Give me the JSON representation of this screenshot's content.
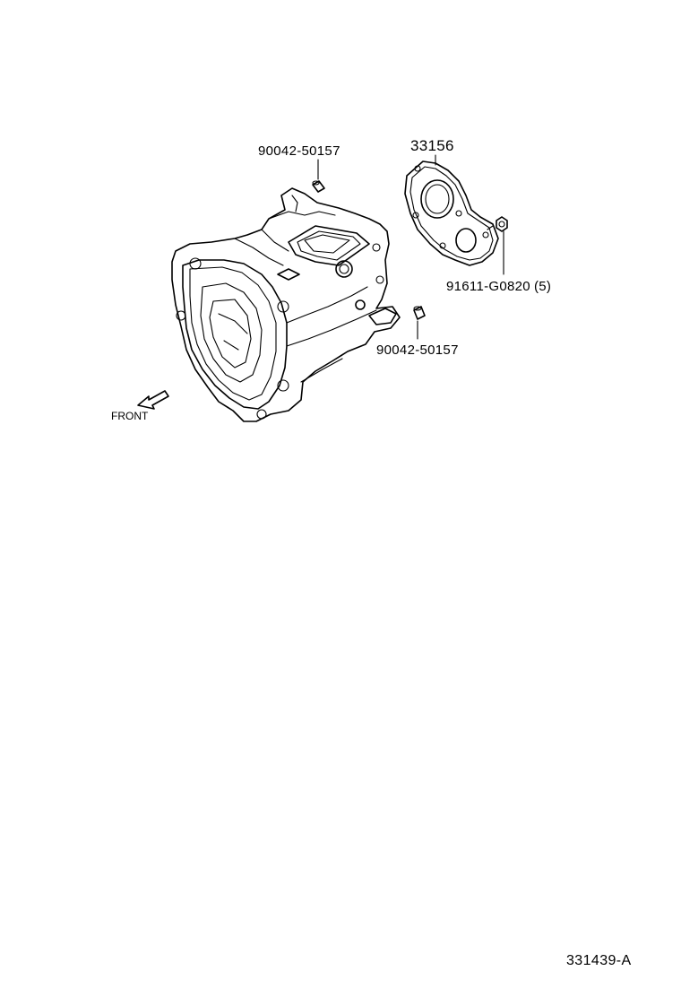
{
  "diagram": {
    "callouts": [
      {
        "id": "pin-top",
        "part_number": "90042-50157"
      },
      {
        "id": "gasket",
        "part_number": "33156"
      },
      {
        "id": "bolt",
        "part_number": "91611-G0820",
        "quantity": "(5)"
      },
      {
        "id": "pin-bottom",
        "part_number": "90042-50157"
      }
    ],
    "direction_label": "FRONT",
    "illustration_ref": "331439-A"
  }
}
